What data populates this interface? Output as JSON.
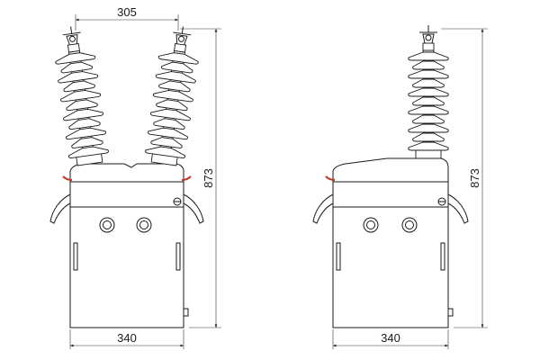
{
  "dimensions": {
    "left_view": {
      "bushing_spacing": "305",
      "width": "340",
      "height": "873"
    },
    "right_view": {
      "width": "340",
      "height": "873"
    }
  },
  "colors": {
    "line": "#1a1a1a",
    "gasket": "#c0392b",
    "background": "#ffffff"
  }
}
